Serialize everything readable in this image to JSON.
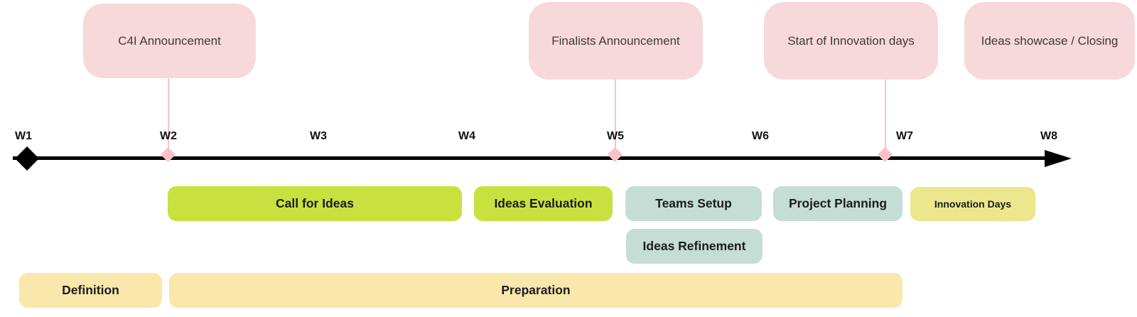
{
  "colors": {
    "pink-box": "#f8d9db",
    "pink-connector": "#fac3ca",
    "pink-diamond": "#f9c2c9",
    "lime": "#c9e13f",
    "teal": "#c4ddd5",
    "yellow": "#ece78d",
    "tan": "#fae7ab",
    "black": "#000000"
  },
  "milestones": [
    {
      "label": "C4I Announcement",
      "week": "W2"
    },
    {
      "label": "Finalists Announcement",
      "week": "W5"
    },
    {
      "label": "Start of Innovation days",
      "week": "W7"
    },
    {
      "label": "Ideas showcase / Closing"
    }
  ],
  "timeline": {
    "weeks": [
      "W1",
      "W2",
      "W3",
      "W4",
      "W5",
      "W6",
      "W7",
      "W8"
    ],
    "start_marker_week": "W1",
    "milestone_marker_weeks": [
      "W2",
      "W5",
      "W7"
    ]
  },
  "phases": [
    {
      "label": "Call for Ideas",
      "color": "lime"
    },
    {
      "label": "Ideas Evaluation",
      "color": "lime"
    },
    {
      "label": "Teams Setup",
      "color": "teal"
    },
    {
      "label": "Project Planning",
      "color": "teal"
    },
    {
      "label": "Innovation Days",
      "color": "yellow"
    },
    {
      "label": "Ideas Refinement",
      "color": "teal"
    },
    {
      "label": "Definition",
      "color": "tan"
    },
    {
      "label": "Preparation",
      "color": "tan"
    }
  ]
}
